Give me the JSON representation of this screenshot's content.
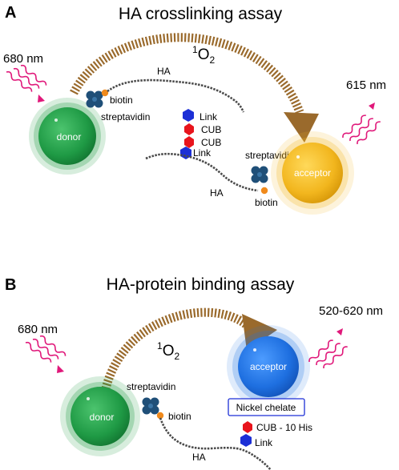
{
  "panel_a": {
    "letter": "A",
    "title": "HA crosslinking assay",
    "wavelength_in": "680 nm",
    "wavelength_out": "615 nm",
    "singlet_oxygen_sup": "1",
    "singlet_oxygen": "O",
    "singlet_oxygen_sub": "2",
    "donor": "donor",
    "acceptor": "acceptor",
    "biotin_top": "biotin",
    "streptavidin_top": "streptavidin",
    "ha_top": "HA",
    "link_top": "Link",
    "cub_top": "CUB",
    "cub_bottom": "CUB",
    "link_bottom": "Link",
    "streptavidin_bottom": "streptavidin",
    "ha_bottom": "HA",
    "biotin_bottom": "biotin"
  },
  "panel_b": {
    "letter": "B",
    "title": "HA-protein binding assay",
    "wavelength_in": "680 nm",
    "wavelength_out": "520-620 nm",
    "singlet_oxygen_sup": "1",
    "singlet_oxygen": "O",
    "singlet_oxygen_sub": "2",
    "donor": "donor",
    "acceptor": "acceptor",
    "streptavidin": "streptavidin",
    "biotin": "biotin",
    "nickel_chelate": "Nickel chelate",
    "cub_his": "CUB - 10 His",
    "link": "Link",
    "ha": "HA"
  },
  "colors": {
    "donor": "#1f9a45",
    "acceptor_a": "#f2b61e",
    "acceptor_b": "#1e6fe0",
    "arrow": "#9a6a2c",
    "wave": "#e0187a",
    "streptavidin": "#1f4f78",
    "biotin": "#f08a1c",
    "link": "#1c2fd6",
    "cub": "#e8141c"
  }
}
